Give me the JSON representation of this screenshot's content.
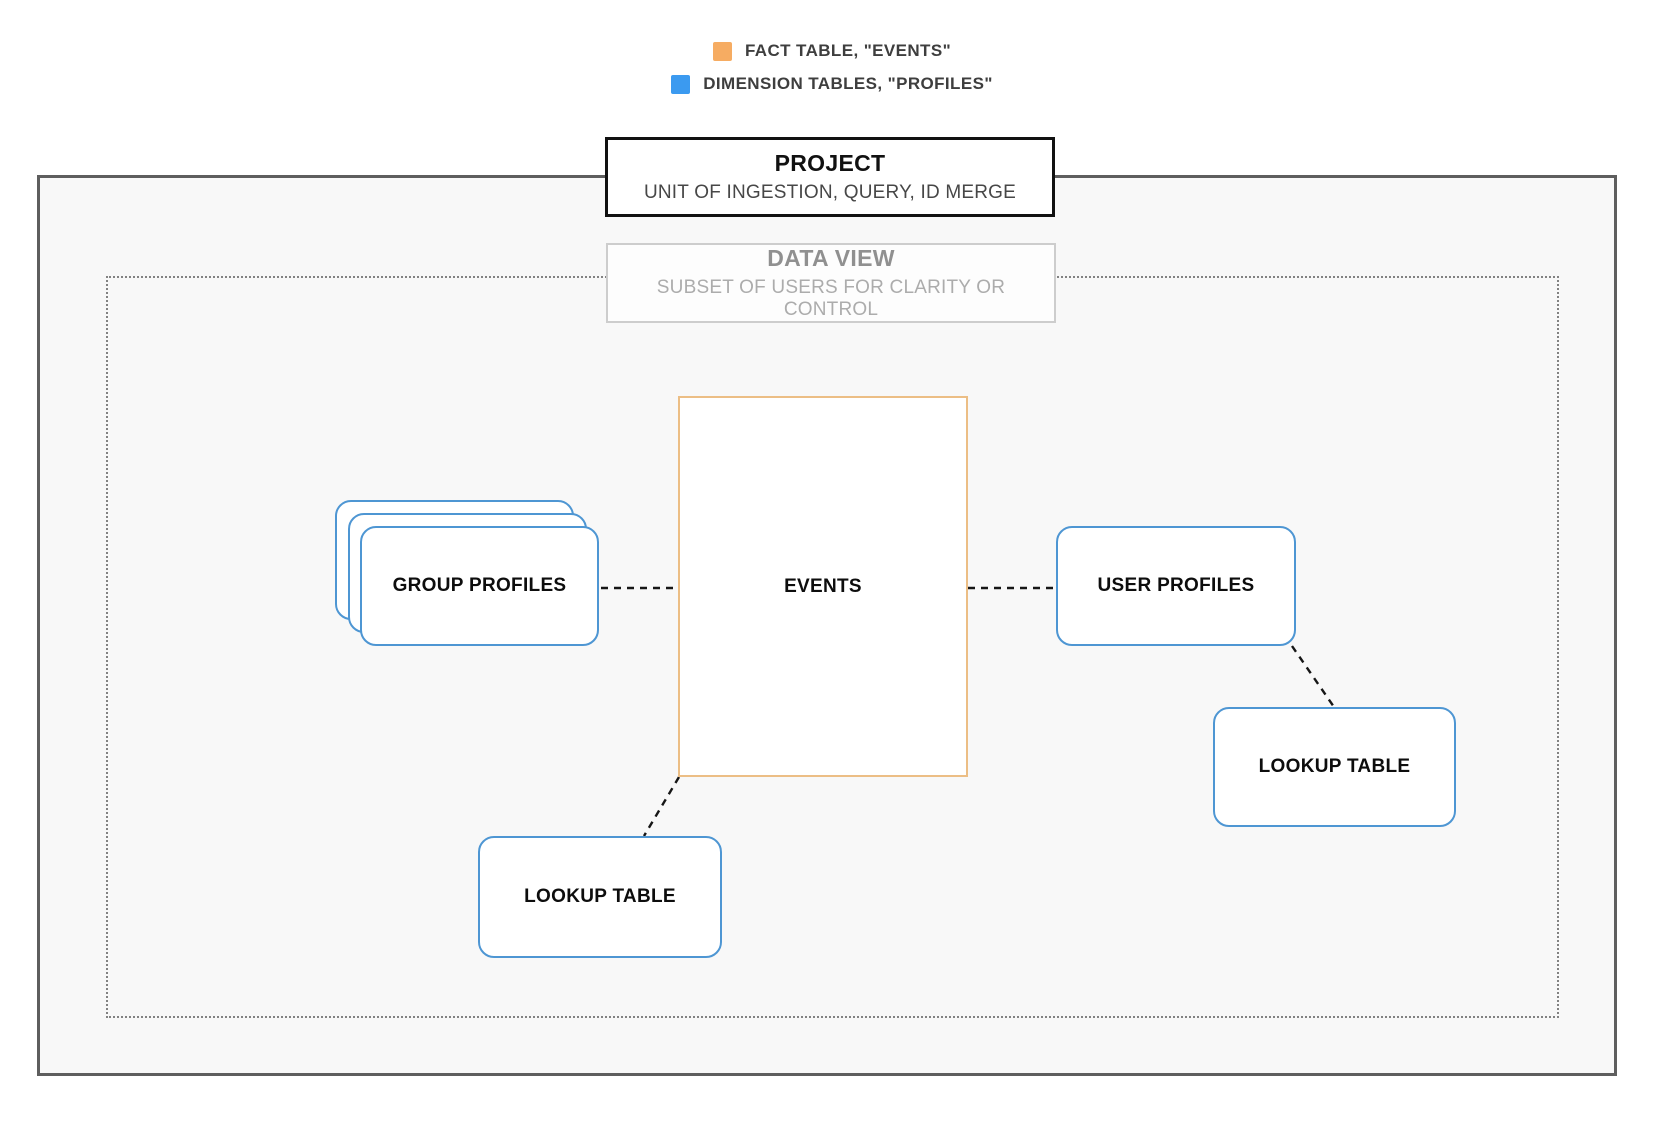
{
  "legend": {
    "items": [
      {
        "icon": "fact-table-swatch",
        "color": "#f6ac62",
        "label": "FACT TABLE, \"EVENTS\""
      },
      {
        "icon": "dimension-table-swatch",
        "color": "#3b9af0",
        "label": "DIMENSION TABLES, \"PROFILES\""
      }
    ]
  },
  "project": {
    "title": "PROJECT",
    "subtitle": "UNIT OF INGESTION, QUERY, ID MERGE"
  },
  "data_view": {
    "title": "DATA VIEW",
    "subtitle": "SUBSET OF USERS FOR CLARITY OR CONTROL"
  },
  "nodes": {
    "events": {
      "label": "EVENTS",
      "type": "fact"
    },
    "group_profiles": {
      "label": "GROUP PROFILES",
      "type": "dimension",
      "stacked": true
    },
    "user_profiles": {
      "label": "USER PROFILES",
      "type": "dimension"
    },
    "lookup_table_right": {
      "label": "LOOKUP TABLE",
      "type": "dimension"
    },
    "lookup_table_bottom": {
      "label": "LOOKUP TABLE",
      "type": "dimension"
    }
  },
  "colors": {
    "fact_accent": "#f6ac62",
    "dimension_accent": "#3b9af0",
    "fact_node_border": "#ecbe85",
    "dimension_node_border": "#4e96d3",
    "project_border": "#111111",
    "boundary_border": "#5e5e5e",
    "dataview_border": "#828282",
    "boundary_fill": "#f8f8f8"
  }
}
